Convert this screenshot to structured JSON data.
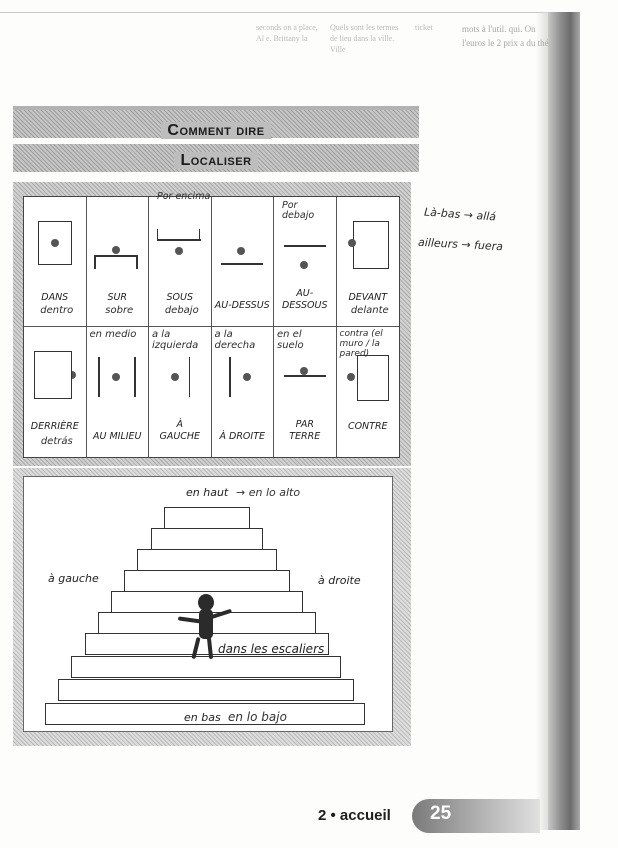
{
  "header": {
    "title_line1": "Comment dire",
    "title_line2": "Localiser"
  },
  "grid": {
    "row1": [
      {
        "label": "DANS",
        "handwritten": "dentro",
        "top_note": ""
      },
      {
        "label": "SUR",
        "handwritten": "sobre",
        "top_note": ""
      },
      {
        "label": "SOUS",
        "handwritten": "debajo",
        "top_note": "Por encima"
      },
      {
        "label": "AU-DESSUS",
        "handwritten": "",
        "top_note": ""
      },
      {
        "label": "AU-DESSOUS",
        "handwritten": "",
        "top_note": "Por debajo"
      },
      {
        "label": "DEVANT",
        "handwritten": "delante",
        "top_note": ""
      }
    ],
    "row2": [
      {
        "label": "DERRIÈRE",
        "handwritten": "detrás",
        "top_note": ""
      },
      {
        "label": "AU MILIEU",
        "handwritten": "",
        "top_note": "en medio"
      },
      {
        "label": "À GAUCHE",
        "handwritten": "",
        "top_note": "a la izquierda"
      },
      {
        "label": "À DROITE",
        "handwritten": "",
        "top_note": "a la derecha"
      },
      {
        "label": "PAR TERRE",
        "handwritten": "",
        "top_note": "en el suelo"
      },
      {
        "label": "CONTRE",
        "handwritten": "",
        "top_note": "contra (el muro / la pared)"
      }
    ]
  },
  "stairs": {
    "top_label": "en haut",
    "top_note": "→ en lo alto",
    "left_label": "à gauche",
    "right_label": "à droite",
    "figure_label": "dans les escaliers",
    "bottom_label": "en bas",
    "bottom_note": "en lo bajo"
  },
  "margin_notes": {
    "line1": "Là-bas → allá",
    "line2": "ailleurs → fuera"
  },
  "footer": {
    "chapter": "2 • accueil",
    "page_number": "25"
  },
  "ghost_text": {
    "a": "seconds on a place, Al e. Brittany la",
    "b": "Quels sont les termes de lieu dans la ville. Ville",
    "c": "ticket",
    "d": "mots à l'util. qui. On l'euros le 2 prix a du thé"
  }
}
